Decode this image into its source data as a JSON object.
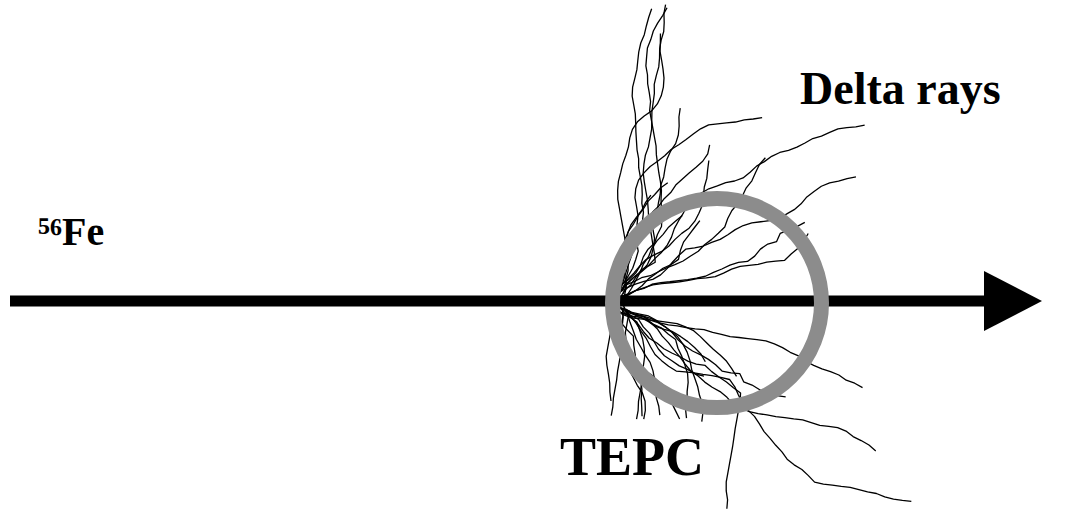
{
  "diagram": {
    "nodes": [
      {
        "text": [
          "TEPC"
        ]
      }
    ],
    "labels": [
      "⁵⁶Fe",
      "Delta rays"
    ]
  }
}
